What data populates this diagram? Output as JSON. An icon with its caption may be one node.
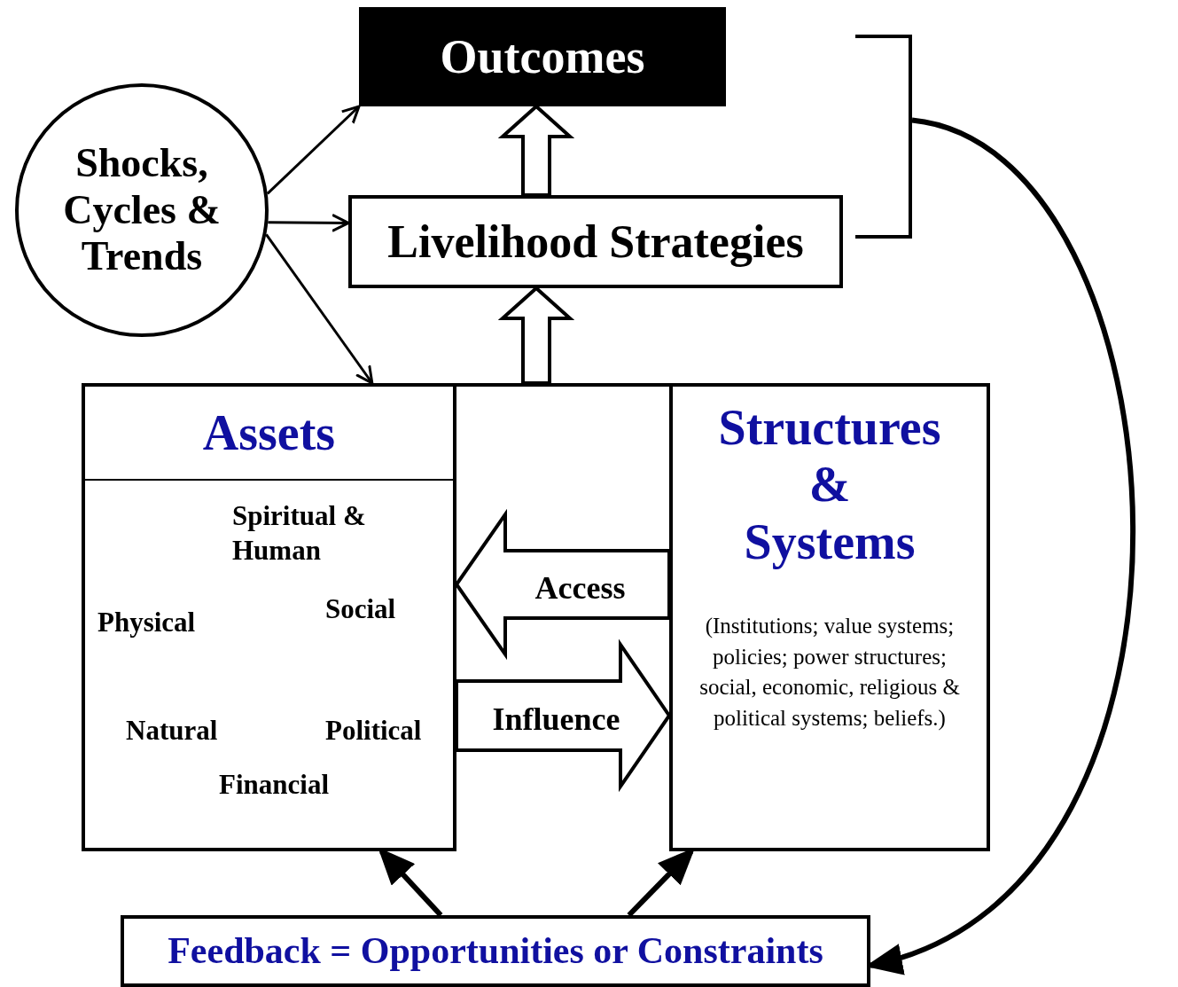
{
  "diagram": {
    "nodes": [
      {
        "text": [
          "Outcomes"
        ]
      },
      {
        "text": [
          "Shocks, Cycles & Trends"
        ]
      },
      {
        "text": [
          "Livelihood Strategies"
        ]
      },
      {
        "text": [
          "Assets"
        ]
      },
      {
        "text": [
          "Structures & Systems",
          "(Institutions; value systems; policies; power structures; social, economic, religious & political systems; beliefs.)"
        ]
      },
      {
        "text": [
          "Feedback = Opportunities or Constraints"
        ]
      },
      {
        "text": [],
        "shape": "bracket"
      }
    ],
    "edges": [
      {
        "from": 1,
        "to": 0,
        "arrow": "to"
      },
      {
        "from": 1,
        "to": 2,
        "arrow": "to"
      },
      {
        "from": 1,
        "to": 3,
        "arrow": "to"
      },
      {
        "from": 2,
        "to": 0,
        "arrow": "to",
        "style": "thick"
      },
      {
        "from": null,
        "to": 2,
        "arrow": "to",
        "style": "thick"
      },
      {
        "from": 5,
        "to": 3,
        "arrow": "to",
        "style": "thick"
      },
      {
        "from": 5,
        "to": 4,
        "arrow": "to",
        "style": "thick"
      },
      {
        "from": 6,
        "to": 5,
        "arrow": "to",
        "style": "thick"
      },
      {
        "from": 4,
        "to": 3,
        "arrow": "to",
        "label": "Access",
        "style": "thick"
      },
      {
        "from": 3,
        "to": 4,
        "arrow": "to",
        "label": "Influence",
        "style": "thick"
      }
    ],
    "labels": [
      "Spiritual & Human",
      "Social",
      "Physical",
      "Natural",
      "Political",
      "Financial"
    ]
  }
}
